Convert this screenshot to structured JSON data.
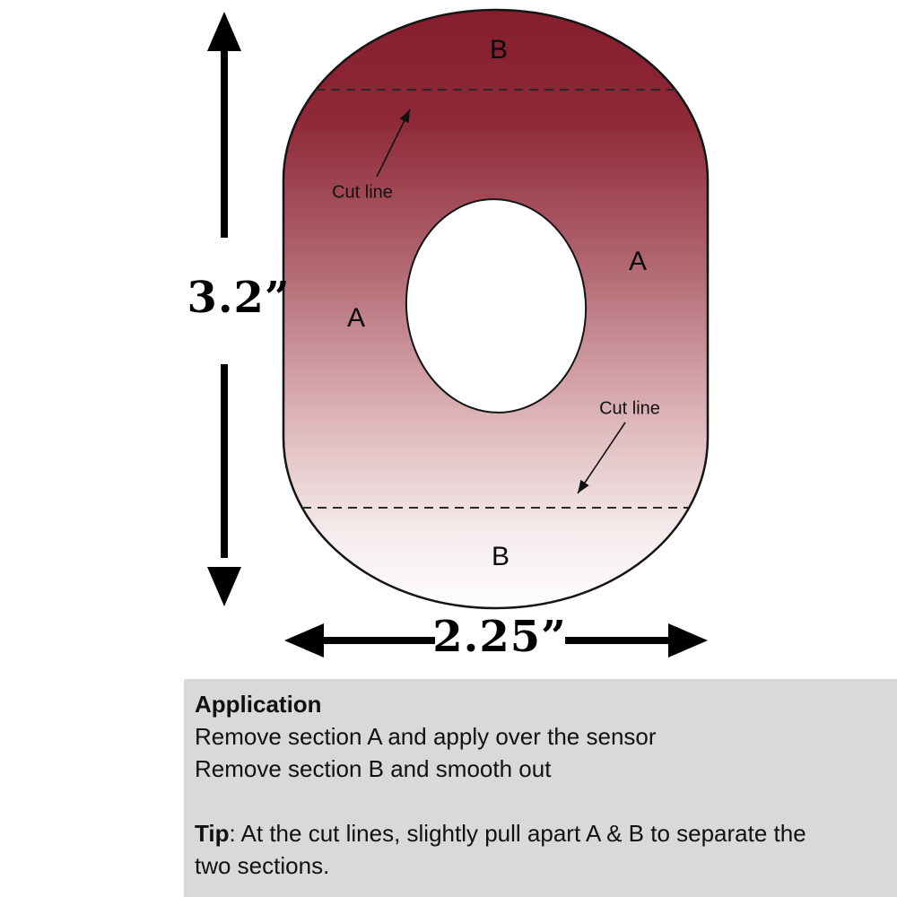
{
  "diagram": {
    "labels": {
      "section_b_top": "B",
      "section_b_bottom": "B",
      "section_a_left": "A",
      "section_a_right": "A",
      "cut_line_top": "Cut line",
      "cut_line_bottom": "Cut line"
    },
    "dimensions": {
      "height": "3.2”",
      "width": "2.25”"
    },
    "colors": {
      "patch_top": "#851e2d",
      "patch_bottom": "#fefdfd",
      "outline": "#151515",
      "info_box_bg": "#d9d9d9"
    }
  },
  "info_box": {
    "title": "Application",
    "line1": "Remove section A and apply over the sensor",
    "line2": "Remove section B and smooth out",
    "tip_label": "Tip",
    "tip_text": ": At the cut lines, slightly pull apart A & B to separate the two sections."
  }
}
